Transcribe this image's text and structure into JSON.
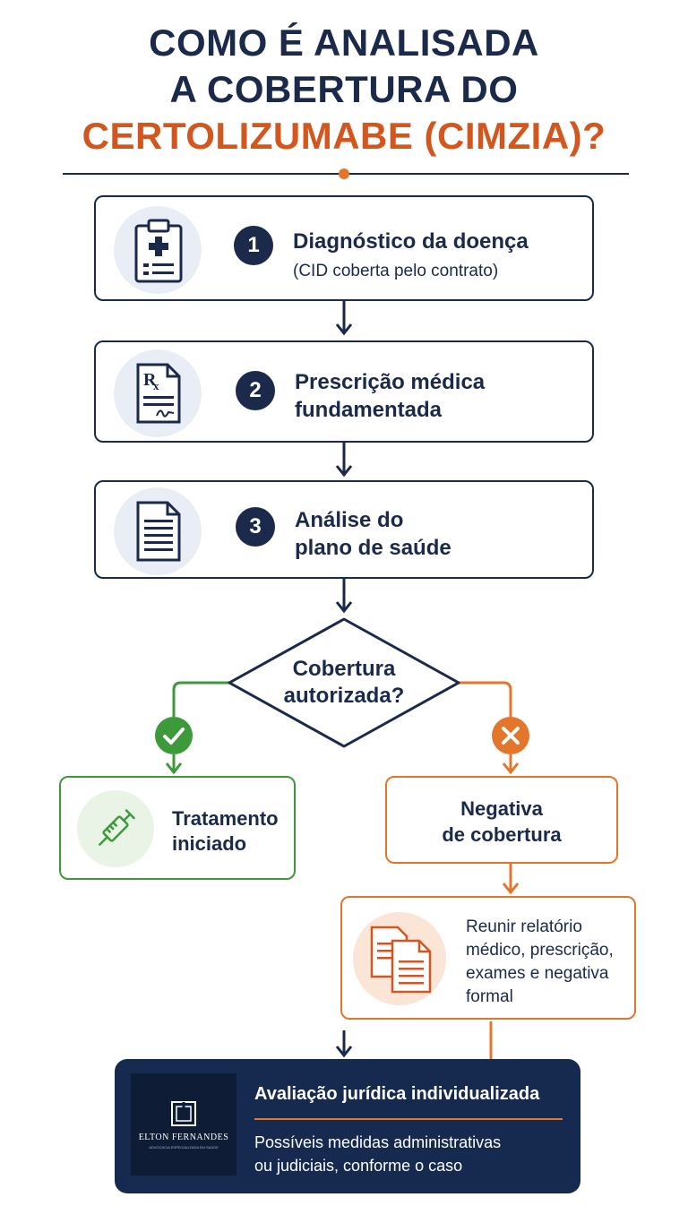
{
  "title": {
    "line1": "COMO É ANALISADA",
    "line2": "A COBERTURA DO",
    "line3": "CERTOLIZUMABE (CIMZIA)?"
  },
  "steps": [
    {
      "number": "1",
      "title_line1": "Diagnóstico da doença",
      "subtitle": "(CID coberta pelo contrato)",
      "icon": "clipboard-medical-icon"
    },
    {
      "number": "2",
      "title_line1": "Prescrição médica",
      "title_line2": "fundamentada",
      "icon": "prescription-icon"
    },
    {
      "number": "3",
      "title_line1": "Análise do",
      "title_line2": "plano de saúde",
      "icon": "document-icon"
    }
  ],
  "decision": {
    "line1": "Cobertura",
    "line2": "autorizada?"
  },
  "yes_branch": {
    "line1": "Tratamento",
    "line2": "iniciado",
    "icon": "syringe-icon",
    "badge_icon": "check-icon"
  },
  "no_branch": {
    "line1": "Negativa",
    "line2": "de cobertura",
    "badge_icon": "x-icon"
  },
  "documents_box": {
    "line1": "Reunir relatório",
    "line2": "médico, prescrição,",
    "line3": "exames e negativa",
    "line4": "formal",
    "icon": "documents-icon"
  },
  "final": {
    "logo_name": "ELTON FERNANDES",
    "logo_tagline": "ADVOCACIA ESPECIALIZADA EM SAÚDE",
    "title": "Avaliação jurídica individualizada",
    "line1": "Possíveis medidas administrativas",
    "line2": "ou judiciais, conforme o caso"
  },
  "colors": {
    "navy": "#1b2a4a",
    "orange": "#d4561f",
    "green": "#3d9a3a",
    "orange_line": "#e3762b",
    "dark_box": "#16294f"
  }
}
